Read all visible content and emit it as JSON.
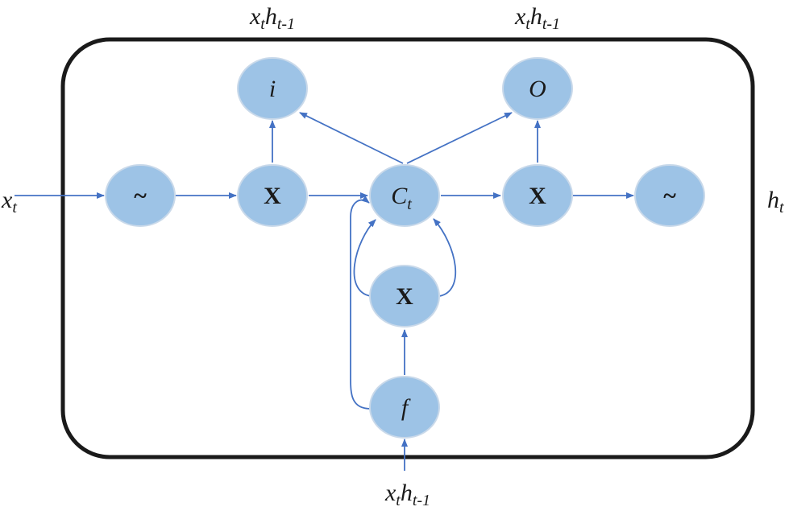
{
  "labels": {
    "top_left": {
      "x": "x",
      "x_sub": "t",
      "h": "h",
      "h_sub": "t-1"
    },
    "top_right": {
      "x": "x",
      "x_sub": "t",
      "h": "h",
      "h_sub": "t-1"
    },
    "bottom": {
      "x": "x",
      "x_sub": "t",
      "h": "h",
      "h_sub": "t-1"
    },
    "input": {
      "x": "x",
      "x_sub": "t"
    },
    "output": {
      "h": "h",
      "h_sub": "t"
    }
  },
  "nodes": {
    "input_gate": "i",
    "output_gate": "O",
    "tilde_left": "~",
    "mult_left": "X",
    "cell_state": {
      "main": "C",
      "sub": "t"
    },
    "mult_right": "X",
    "tilde_right": "~",
    "mult_center": "X",
    "forget_gate": "f"
  },
  "colors": {
    "node_fill": "#9dc3e6",
    "arrow": "#4472c4",
    "frame": "#1a1a1a"
  }
}
